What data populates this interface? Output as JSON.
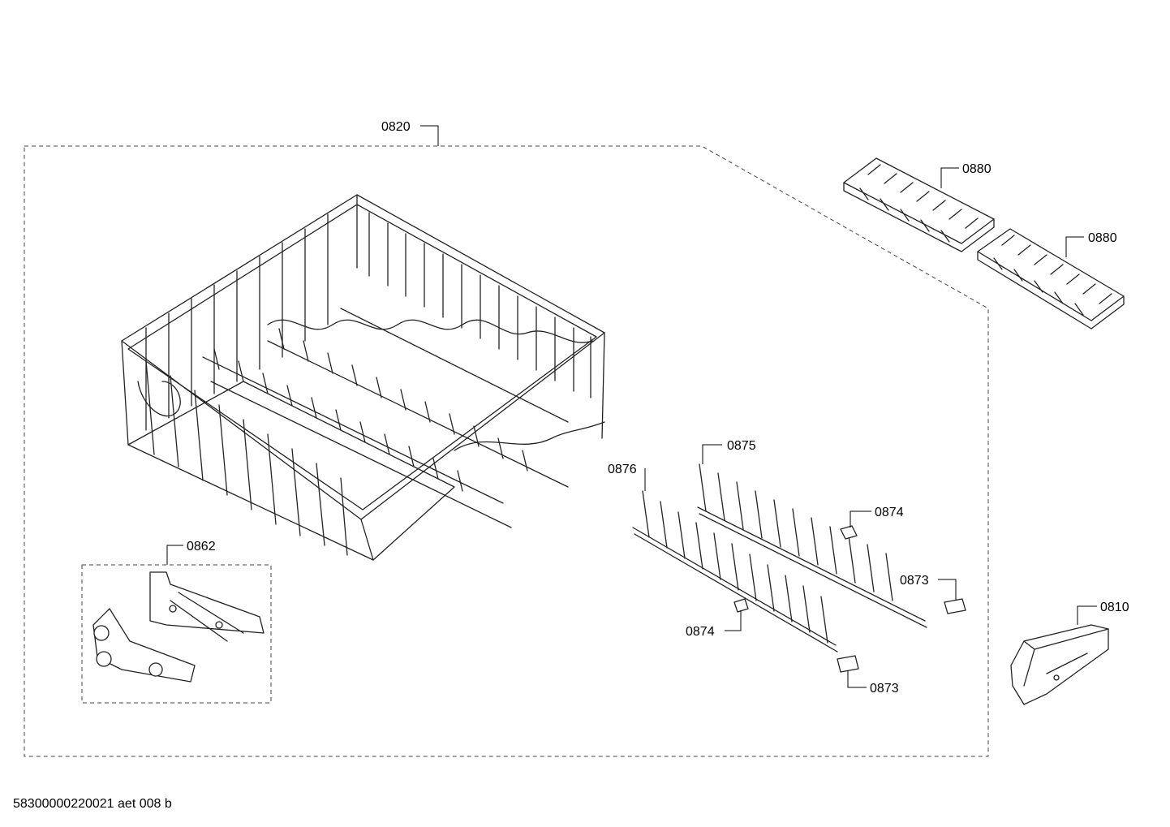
{
  "callouts": {
    "basket": "0820",
    "fold_rack_a": "0880",
    "fold_rack_b": "0880",
    "hinge_kit": "0862",
    "tine_row_rear": "0875",
    "tine_row_front": "0876",
    "clip_upper": "0874",
    "clip_lower": "0874",
    "holder_right": "0873",
    "holder_lower": "0873",
    "handle": "0810"
  },
  "footer": {
    "doc_code": "58300000220021 aet 008 b"
  }
}
